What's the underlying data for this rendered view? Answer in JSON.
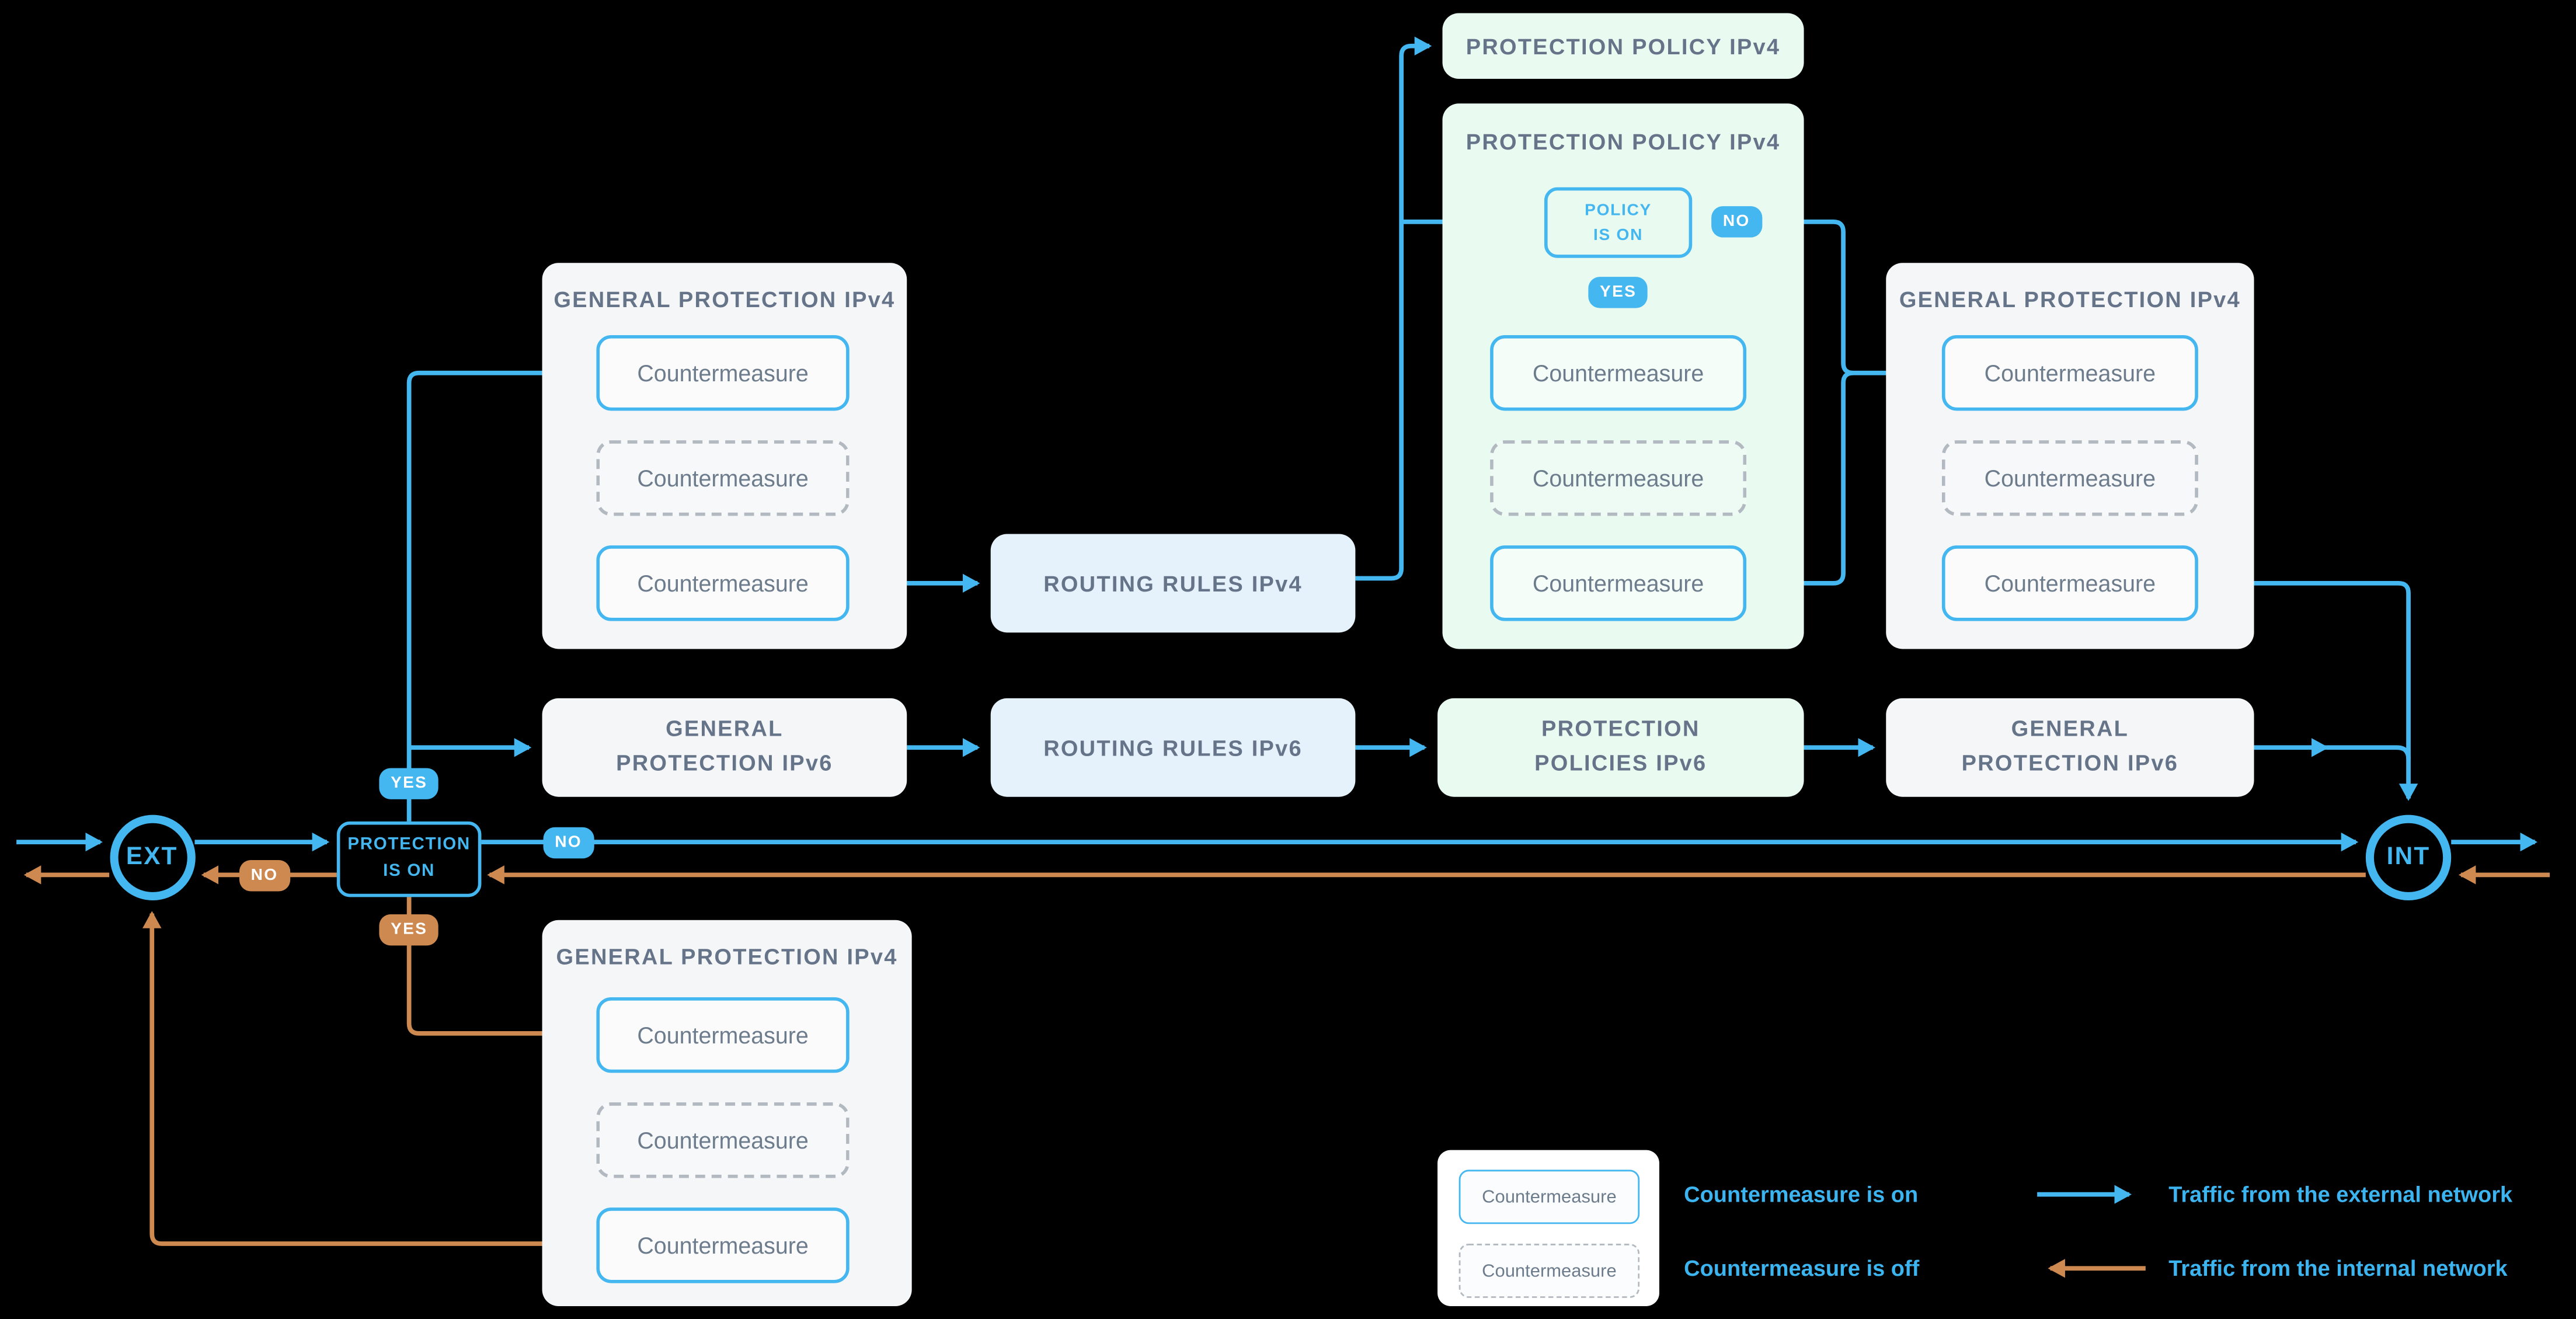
{
  "diagram": {
    "labels": {
      "ext": "EXT",
      "int": "INT",
      "yes": "YES",
      "no": "NO",
      "protection_line1": "PROTECTION",
      "protection_line2": "IS ON",
      "policy_line1": "POLICY",
      "policy_line2": "IS ON",
      "countermeasure": "Countermeasure"
    },
    "boxes": {
      "general_protection_ipv4": "GENERAL PROTECTION IPv4",
      "protection_policy_ipv4": "PROTECTION POLICY IPv4",
      "routing_rules_ipv4": "ROUTING RULES IPv4",
      "gp_ipv6_line1": "GENERAL",
      "gp_ipv6_line2": "PROTECTION IPv6",
      "routing_rules_ipv6": "ROUTING RULES IPv6",
      "pp_ipv6_line1": "PROTECTION",
      "pp_ipv6_line2": "POLICIES IPv6"
    },
    "legend": {
      "cm_on": "Countermeasure is on",
      "cm_off": "Countermeasure is off",
      "external": "Traffic from the external network",
      "internal": "Traffic from the internal network"
    },
    "colors": {
      "background": "#000000",
      "blue": "#44b6f0",
      "orange": "#cd8950",
      "panel_gray": "#f5f6f7",
      "panel_blue": "#e5f2fb",
      "panel_green": "#e9faf1",
      "title_text": "#66748a",
      "countermeasure_text": "#6d7c8c",
      "dashed_border": "#b3b9c0",
      "legend_text": "#3cb4f0"
    }
  }
}
